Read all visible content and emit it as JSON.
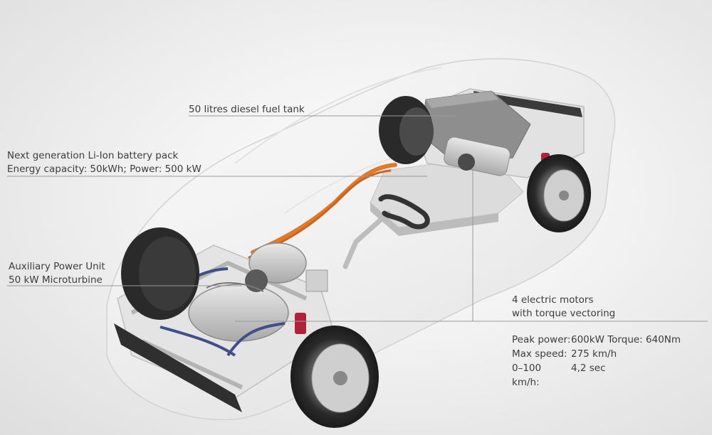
{
  "labels": {
    "fuel_tank": "50 litres diesel fuel tank",
    "battery_line1": "Next generation Li-Ion battery pack",
    "battery_line2": "Energy capacity: 50kWh; Power: 500 kW",
    "apu_line1": "Auxiliary Power Unit",
    "apu_line2": "50 kW Microturbine",
    "motors_line1": "4 electric motors",
    "motors_line2": "with torque vectoring"
  },
  "specs": [
    {
      "key": "Peak power:",
      "value": "600kW Torque: 640Nm"
    },
    {
      "key": "Max speed:",
      "value": "275 km/h"
    },
    {
      "key": "0–100 km/h:",
      "value": "4,2 sec"
    }
  ],
  "colors": {
    "background": "#efefef",
    "callout_line": "#9a9a9a",
    "hv_cable": "#e07a2a",
    "tire": "#2c2c2c",
    "chassis": "#d4d4d4",
    "suspension_spring": "#b0223a"
  }
}
